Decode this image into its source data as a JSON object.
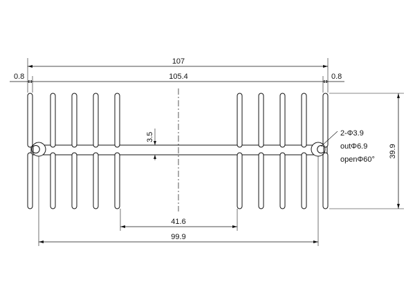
{
  "dimensions": {
    "overall_width": "107",
    "inner_width": "105.4",
    "edge_left": "0.8",
    "edge_right": "0.8",
    "base_thickness": "3.5",
    "center_gap": "41.6",
    "hole_pitch": "99.9",
    "height": "39.9"
  },
  "note": {
    "line1": "2-Φ3.9",
    "line2": "outΦ6.9",
    "line3": "openΦ60°"
  }
}
